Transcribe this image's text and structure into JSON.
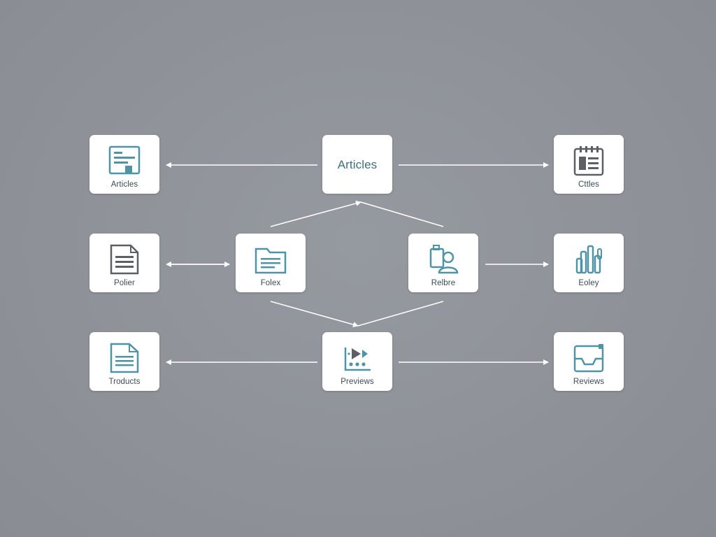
{
  "diagram": {
    "nodes": [
      {
        "id": "articles-top",
        "label": "Articles",
        "icon": "article-icon",
        "show_icon": false
      },
      {
        "id": "articles-left",
        "label": "Articles",
        "icon": "article-icon",
        "show_icon": true
      },
      {
        "id": "ctties",
        "label": "Cttles",
        "icon": "calendar-icon",
        "show_icon": true
      },
      {
        "id": "polier",
        "label": "Polier",
        "icon": "document-icon",
        "show_icon": true
      },
      {
        "id": "folex",
        "label": "Folex",
        "icon": "folder-icon",
        "show_icon": true
      },
      {
        "id": "relbre",
        "label": "Relbre",
        "icon": "user-profile-icon",
        "show_icon": true
      },
      {
        "id": "eoley",
        "label": "Eoley",
        "icon": "bar-chart-icon",
        "show_icon": true
      },
      {
        "id": "troducts",
        "label": "Troducts",
        "icon": "document-icon",
        "show_icon": true
      },
      {
        "id": "previews",
        "label": "Previews",
        "icon": "media-player-icon",
        "show_icon": true
      },
      {
        "id": "reviews",
        "label": "Reviews",
        "icon": "inbox-icon",
        "show_icon": true
      }
    ],
    "colors": {
      "background": "#8f9399",
      "node_fill": "#ffffff",
      "edge": "#ffffff",
      "icon_teal": "#4e93a6",
      "icon_gray": "#5c5f63",
      "label": "#3d4b55"
    }
  }
}
